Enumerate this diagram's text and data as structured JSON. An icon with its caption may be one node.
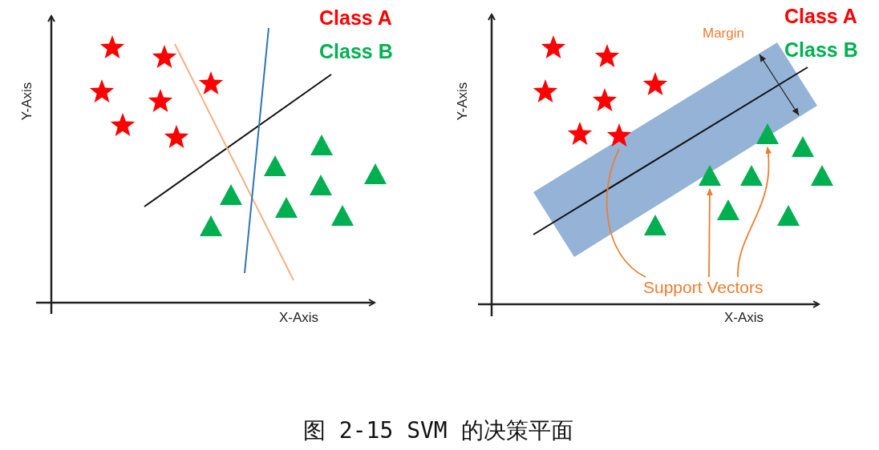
{
  "diagram": {
    "caption": "图 2-15 SVM 的决策平面",
    "nodes": [
      {
        "text": [
          "Support Vectors"
        ]
      },
      {
        "text": [],
        "shape": "star"
      },
      {
        "text": [],
        "shape": "star"
      },
      {
        "text": [],
        "shape": "star"
      },
      {
        "text": [],
        "shape": "star"
      },
      {
        "text": [],
        "shape": "star"
      },
      {
        "text": [],
        "shape": "star"
      },
      {
        "text": [],
        "shape": "star"
      },
      {
        "text": [],
        "shape": "triangle"
      },
      {
        "text": [],
        "shape": "triangle"
      },
      {
        "text": [],
        "shape": "triangle"
      },
      {
        "text": [],
        "shape": "triangle"
      },
      {
        "text": [],
        "shape": "triangle"
      },
      {
        "text": [],
        "shape": "triangle"
      },
      {
        "text": [],
        "shape": "triangle"
      },
      {
        "text": [],
        "shape": "triangle"
      },
      {
        "text": [],
        "shape": "star"
      },
      {
        "text": [],
        "shape": "star"
      },
      {
        "text": [],
        "shape": "star"
      },
      {
        "text": [],
        "shape": "star"
      },
      {
        "text": [],
        "shape": "star"
      },
      {
        "text": [],
        "shape": "star"
      },
      {
        "text": [],
        "shape": "star"
      },
      {
        "text": [],
        "shape": "triangle"
      },
      {
        "text": [],
        "shape": "triangle"
      },
      {
        "text": [],
        "shape": "triangle"
      },
      {
        "text": [],
        "shape": "triangle"
      },
      {
        "text": [],
        "shape": "triangle"
      },
      {
        "text": [],
        "shape": "triangle"
      },
      {
        "text": [],
        "shape": "triangle"
      },
      {
        "text": [],
        "shape": "triangle"
      }
    ],
    "edges": [
      {
        "from": 0,
        "to": 22,
        "arrow": "none"
      },
      {
        "from": 0,
        "to": 25,
        "arrow": "to"
      },
      {
        "from": 0,
        "to": 23,
        "arrow": "to"
      }
    ],
    "labels": [
      "Class A",
      "Class B",
      "Y-Axis",
      "X-Axis",
      "Class A",
      "Margin",
      "Class B",
      "Y-Axis",
      "X-Axis"
    ]
  }
}
